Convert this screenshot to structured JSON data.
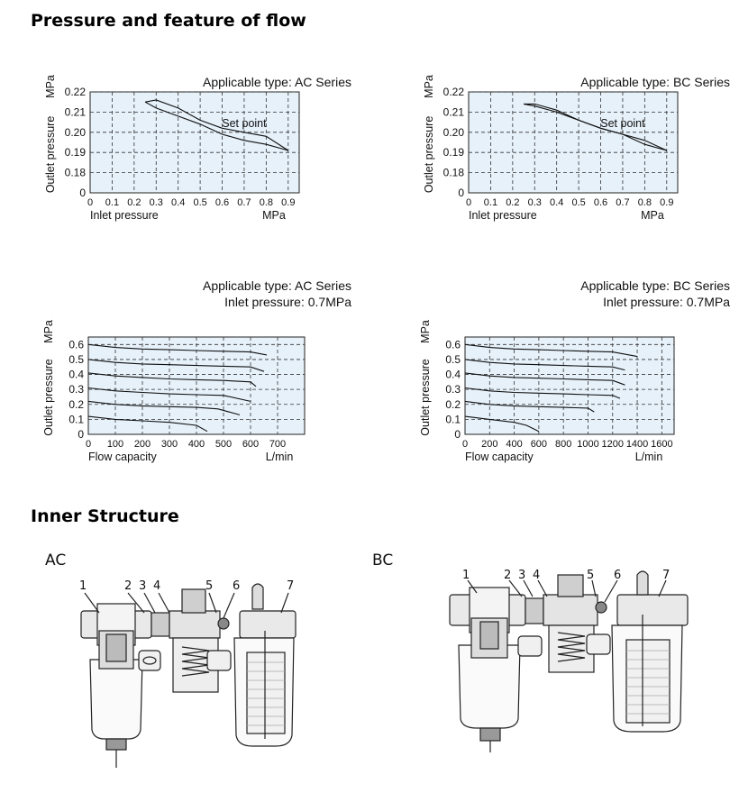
{
  "headings": {
    "pressure": "Pressure and feature of flow",
    "inner": "Inner Structure"
  },
  "structure": {
    "ac": {
      "label": "AC",
      "callouts": [
        "1",
        "2",
        "3",
        "4",
        "5",
        "6",
        "7"
      ]
    },
    "bc": {
      "label": "BC",
      "callouts": [
        "1",
        "2",
        "3",
        "4",
        "5",
        "6",
        "7"
      ]
    }
  },
  "chart_data": [
    {
      "type": "line",
      "title": "Applicable type: AC Series",
      "subtitle": "",
      "xlabel": "Inlet pressure",
      "xunit": "MPa",
      "ylabel": "Outlet pressure",
      "yunit": "MPa",
      "xlim": [
        0,
        0.95
      ],
      "ylim": [
        0.17,
        0.22
      ],
      "x_ticks": [
        0,
        0.1,
        0.2,
        0.3,
        0.4,
        0.5,
        0.6,
        0.7,
        0.8,
        0.9
      ],
      "x_tick_labels": [
        "0",
        "0.1",
        "0.2",
        "0.3",
        "0.4",
        "0.5",
        "0.6",
        "0.7",
        "0.8",
        "0.9"
      ],
      "y_ticks": [
        0.17,
        0.18,
        0.19,
        0.2,
        0.21,
        0.22
      ],
      "y_tick_labels": [
        "0",
        "0.18",
        "0.19",
        "0.20",
        "0.21",
        "0.22"
      ],
      "grid": true,
      "annotations": [
        {
          "text": "Set point",
          "x": 0.7,
          "y": 0.2
        }
      ],
      "series": [
        {
          "x": [
            0.25,
            0.3,
            0.4,
            0.5,
            0.6,
            0.7,
            0.8,
            0.9
          ],
          "y": [
            0.215,
            0.216,
            0.212,
            0.206,
            0.202,
            0.2,
            0.198,
            0.191
          ]
        },
        {
          "x": [
            0.25,
            0.3,
            0.4,
            0.5,
            0.6,
            0.7,
            0.8,
            0.9
          ],
          "y": [
            0.215,
            0.212,
            0.208,
            0.204,
            0.199,
            0.196,
            0.194,
            0.191
          ]
        }
      ]
    },
    {
      "type": "line",
      "title": "Applicable type: BC Series",
      "subtitle": "",
      "xlabel": "Inlet pressure",
      "xunit": "MPa",
      "ylabel": "Outlet pressure",
      "yunit": "MPa",
      "xlim": [
        0,
        0.95
      ],
      "ylim": [
        0.17,
        0.22
      ],
      "x_ticks": [
        0,
        0.1,
        0.2,
        0.3,
        0.4,
        0.5,
        0.6,
        0.7,
        0.8,
        0.9
      ],
      "x_tick_labels": [
        "0",
        "0.1",
        "0.2",
        "0.3",
        "0.4",
        "0.5",
        "0.6",
        "0.7",
        "0.8",
        "0.9"
      ],
      "y_ticks": [
        0.17,
        0.18,
        0.19,
        0.2,
        0.21,
        0.22
      ],
      "y_tick_labels": [
        "0",
        "0.18",
        "0.19",
        "0.20",
        "0.21",
        "0.22"
      ],
      "grid": true,
      "annotations": [
        {
          "text": "Set point",
          "x": 0.7,
          "y": 0.2
        }
      ],
      "series": [
        {
          "x": [
            0.25,
            0.3,
            0.4,
            0.5,
            0.6,
            0.7,
            0.8,
            0.9
          ],
          "y": [
            0.214,
            0.214,
            0.211,
            0.206,
            0.202,
            0.199,
            0.196,
            0.191
          ]
        },
        {
          "x": [
            0.25,
            0.3,
            0.4,
            0.5,
            0.6,
            0.7,
            0.8,
            0.9
          ],
          "y": [
            0.214,
            0.213,
            0.21,
            0.206,
            0.202,
            0.199,
            0.194,
            0.191
          ]
        }
      ]
    },
    {
      "type": "line",
      "title": "Applicable type: AC Series",
      "subtitle": "Inlet pressure: 0.7MPa",
      "xlabel": "Flow capacity",
      "xunit": "L/min",
      "ylabel": "Outlet pressure",
      "yunit": "MPa",
      "xlim": [
        0,
        800
      ],
      "ylim": [
        0,
        0.65
      ],
      "x_ticks": [
        0,
        100,
        200,
        300,
        400,
        500,
        600,
        700
      ],
      "x_tick_labels": [
        "0",
        "100",
        "200",
        "300",
        "400",
        "500",
        "600",
        "700"
      ],
      "y_ticks": [
        0,
        0.1,
        0.2,
        0.3,
        0.4,
        0.5,
        0.6
      ],
      "y_tick_labels": [
        "0",
        "0.1",
        "0.2",
        "0.3",
        "0.4",
        "0.5",
        "0.6"
      ],
      "grid": true,
      "series": [
        {
          "x": [
            0,
            100,
            200,
            300,
            400,
            440
          ],
          "y": [
            0.12,
            0.1,
            0.09,
            0.08,
            0.06,
            0.02
          ]
        },
        {
          "x": [
            0,
            100,
            200,
            300,
            400,
            480,
            560
          ],
          "y": [
            0.22,
            0.2,
            0.19,
            0.185,
            0.18,
            0.17,
            0.13
          ]
        },
        {
          "x": [
            0,
            100,
            200,
            300,
            400,
            500,
            600
          ],
          "y": [
            0.31,
            0.29,
            0.28,
            0.27,
            0.265,
            0.26,
            0.22
          ]
        },
        {
          "x": [
            0,
            100,
            200,
            300,
            400,
            500,
            600,
            620
          ],
          "y": [
            0.41,
            0.39,
            0.38,
            0.37,
            0.365,
            0.36,
            0.35,
            0.32
          ]
        },
        {
          "x": [
            0,
            100,
            200,
            300,
            400,
            500,
            600,
            650
          ],
          "y": [
            0.5,
            0.48,
            0.47,
            0.465,
            0.46,
            0.455,
            0.45,
            0.42
          ]
        },
        {
          "x": [
            0,
            100,
            200,
            300,
            400,
            500,
            600,
            660
          ],
          "y": [
            0.6,
            0.58,
            0.57,
            0.565,
            0.56,
            0.555,
            0.55,
            0.53
          ]
        }
      ]
    },
    {
      "type": "line",
      "title": "Applicable type: BC Series",
      "subtitle": "Inlet pressure: 0.7MPa",
      "xlabel": "Flow capacity",
      "xunit": "L/min",
      "ylabel": "Outlet pressure",
      "yunit": "MPa",
      "xlim": [
        0,
        1700
      ],
      "ylim": [
        0,
        0.65
      ],
      "x_ticks": [
        0,
        200,
        400,
        600,
        800,
        1000,
        1200,
        1400,
        1600
      ],
      "x_tick_labels": [
        "0",
        "200",
        "400",
        "600",
        "800",
        "1000",
        "1200",
        "1400",
        "1600"
      ],
      "y_ticks": [
        0,
        0.1,
        0.2,
        0.3,
        0.4,
        0.5,
        0.6
      ],
      "y_tick_labels": [
        "0",
        "0.1",
        "0.2",
        "0.3",
        "0.4",
        "0.5",
        "0.6"
      ],
      "grid": true,
      "series": [
        {
          "x": [
            0,
            200,
            400,
            500,
            600
          ],
          "y": [
            0.12,
            0.1,
            0.08,
            0.06,
            0.02
          ]
        },
        {
          "x": [
            0,
            200,
            400,
            600,
            800,
            1000,
            1050
          ],
          "y": [
            0.22,
            0.2,
            0.19,
            0.185,
            0.18,
            0.175,
            0.15
          ]
        },
        {
          "x": [
            0,
            200,
            400,
            600,
            800,
            1000,
            1200,
            1260
          ],
          "y": [
            0.31,
            0.29,
            0.28,
            0.275,
            0.27,
            0.265,
            0.26,
            0.24
          ]
        },
        {
          "x": [
            0,
            200,
            400,
            600,
            800,
            1000,
            1200,
            1300
          ],
          "y": [
            0.41,
            0.39,
            0.38,
            0.375,
            0.37,
            0.365,
            0.36,
            0.33
          ]
        },
        {
          "x": [
            0,
            200,
            400,
            600,
            800,
            1000,
            1200,
            1300
          ],
          "y": [
            0.5,
            0.48,
            0.47,
            0.465,
            0.46,
            0.455,
            0.45,
            0.43
          ]
        },
        {
          "x": [
            0,
            200,
            400,
            600,
            800,
            1000,
            1200,
            1400
          ],
          "y": [
            0.6,
            0.58,
            0.57,
            0.565,
            0.56,
            0.555,
            0.55,
            0.52
          ]
        }
      ]
    }
  ]
}
